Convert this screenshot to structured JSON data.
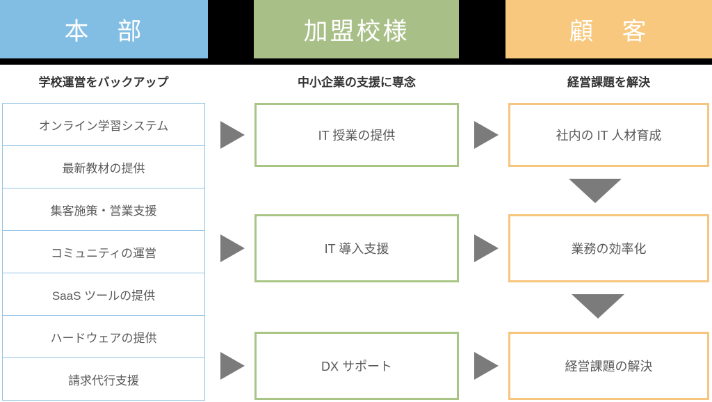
{
  "columns": [
    {
      "id": "headquarters",
      "header": "本　部",
      "header_color": "#82bde4",
      "subtitle": "学校運営をバックアップ",
      "items": [
        "オンライン学習システム",
        "最新教材の提供",
        "集客施策・営業支援",
        "コミュニティの運営",
        "SaaS ツールの提供",
        "ハードウェアの提供",
        "請求代行支援"
      ]
    },
    {
      "id": "franchise-schools",
      "header": "加盟校様",
      "header_color": "#a8bf87",
      "subtitle": "中小企業の支援に専念",
      "boxes": [
        "IT 授業の提供",
        "IT 導入支援",
        "DX サポート"
      ]
    },
    {
      "id": "customers",
      "header": "顧　客",
      "header_color": "#f7c87d",
      "subtitle": "経営課題を解決",
      "boxes": [
        "社内の IT 人材育成",
        "業務の効率化",
        "経営課題の解決"
      ]
    }
  ],
  "icons": {
    "right_arrow": "right-arrow-triangle",
    "down_arrow": "down-arrow-triangle"
  },
  "colors": {
    "strip_background": "#000000",
    "header_blue": "#82bde4",
    "header_green": "#a8bf87",
    "header_orange": "#f7c87d",
    "list_border_blue": "#92c4e6",
    "box_border_green": "#a9c585",
    "box_border_orange": "#f6c57e",
    "arrow_gray": "#7b7b7b",
    "text_dark": "#595959",
    "background": "#ffffff"
  }
}
